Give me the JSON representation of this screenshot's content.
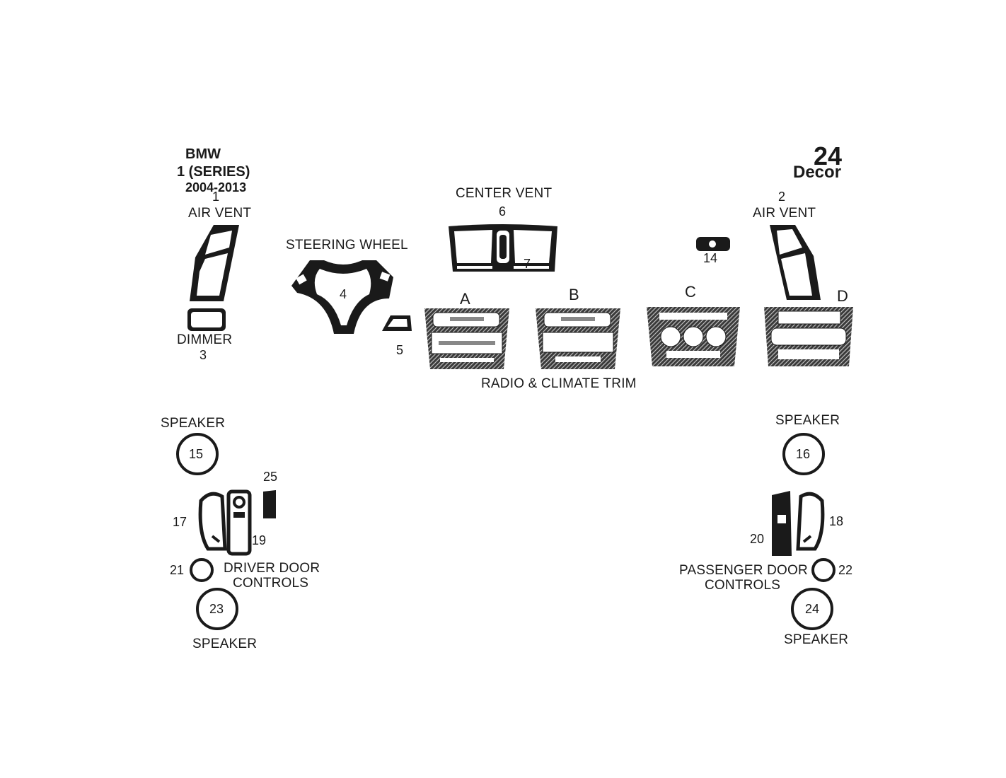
{
  "header": {
    "make": "BMW",
    "model": "1 (SERIES)",
    "years": "2004-2013",
    "brand_number": "24",
    "brand_word": "Decor"
  },
  "parts": {
    "air_vent_left": {
      "number": "1",
      "label": "AIR VENT"
    },
    "air_vent_right": {
      "number": "2",
      "label": "AIR VENT"
    },
    "dimmer": {
      "number": "3",
      "label": "DIMMER"
    },
    "steering_wheel": {
      "number": "4",
      "label": "STEERING WHEEL"
    },
    "piece_5": {
      "number": "5"
    },
    "center_vent": {
      "number": "6",
      "label": "CENTER VENT"
    },
    "piece_7": {
      "number": "7"
    },
    "piece_14": {
      "number": "14"
    },
    "radio_climate": {
      "label": "RADIO & CLIMATE TRIM",
      "variants": [
        "A",
        "B",
        "C",
        "D"
      ]
    },
    "speakers": [
      {
        "number": "15",
        "label": "SPEAKER"
      },
      {
        "number": "16",
        "label": "SPEAKER"
      },
      {
        "number": "23",
        "label": "SPEAKER"
      },
      {
        "number": "24",
        "label": "SPEAKER"
      }
    ],
    "driver_door": {
      "label_line1": "DRIVER DOOR",
      "label_line2": "CONTROLS",
      "numbers": [
        "17",
        "19",
        "21",
        "25"
      ]
    },
    "passenger_door": {
      "label_line1": "PASSENGER DOOR",
      "label_line2": "CONTROLS",
      "numbers": [
        "18",
        "20",
        "22"
      ]
    }
  },
  "colors": {
    "ink": "#1a1a1a",
    "background": "#ffffff"
  }
}
